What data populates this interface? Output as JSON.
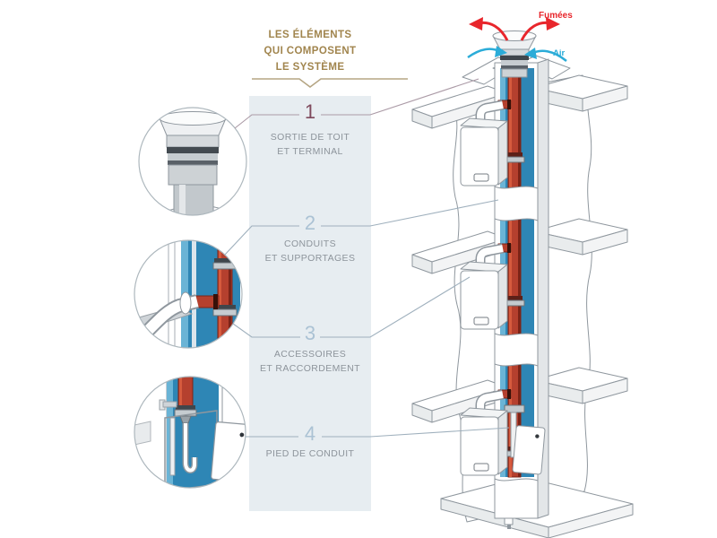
{
  "header": {
    "title": "LES ÉLÉMENTS\nQUI COMPOSENT\nLE SYSTÈME",
    "accent_color": "#a1854e"
  },
  "legend": {
    "panel_color": "#e7edf1",
    "label_color": "#8d949b",
    "items": [
      {
        "number": "1",
        "label": "SORTIE DE TOIT\nET TERMINAL",
        "number_color": "#7f4a5d"
      },
      {
        "number": "2",
        "label": "CONDUITS\nET SUPPORTAGES",
        "number_color": "#abc2d4"
      },
      {
        "number": "3",
        "label": "ACCESSOIRES\nET RACCORDEMENT",
        "number_color": "#abc2d4"
      },
      {
        "number": "4",
        "label": "PIED DE CONDUIT",
        "number_color": "#abc2d4"
      }
    ]
  },
  "diagram": {
    "fumees_label": "Fumées",
    "air_label": "Air",
    "colors": {
      "fumees_arrows": "#e8262c",
      "air_arrows": "#2bacd8",
      "flue_pipe": "#b5402e",
      "shaft_interior": "#2e86b5",
      "outline": "#8f979e"
    }
  },
  "callouts": [
    {
      "icon": "roof-terminal-detail-icon"
    },
    {
      "icon": "flue-connection-detail-icon"
    },
    {
      "icon": "conduit-base-detail-icon"
    }
  ]
}
